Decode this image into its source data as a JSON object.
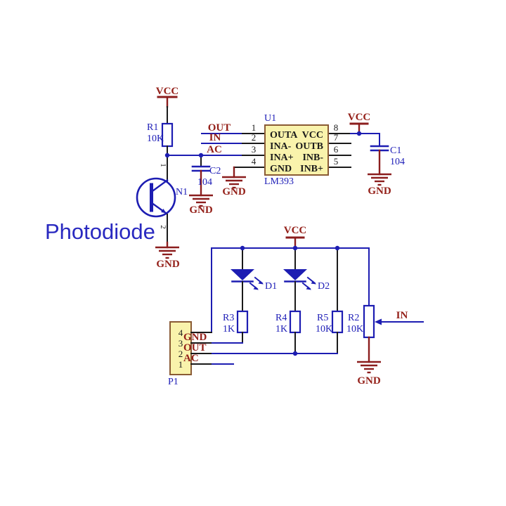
{
  "title_label": "Photodiode",
  "nets": {
    "vcc": "VCC",
    "gnd": "GND",
    "out": "OUT",
    "in": "IN",
    "ac": "AC"
  },
  "u1": {
    "designator": "U1",
    "part": "LM393",
    "left_pin_names": [
      "OUTA",
      "INA-",
      "INA+",
      "GND"
    ],
    "right_pin_names": [
      "VCC",
      "OUTB",
      "INB-",
      "INB+"
    ],
    "left_pin_numbers": [
      "1",
      "2",
      "3",
      "4"
    ],
    "right_pin_numbers": [
      "8",
      "7",
      "6",
      "5"
    ]
  },
  "components": {
    "r1": {
      "designator": "R1",
      "value": "10K"
    },
    "r2": {
      "designator": "R2",
      "value": "10K"
    },
    "r3": {
      "designator": "R3",
      "value": "1K"
    },
    "r4": {
      "designator": "R4",
      "value": "1K"
    },
    "r5": {
      "designator": "R5",
      "value": "10K"
    },
    "c1": {
      "designator": "C1",
      "value": "104"
    },
    "c2": {
      "designator": "C2",
      "value": "104"
    },
    "n1": {
      "designator": "N1",
      "pin_top": "1",
      "pin_bottom": "2"
    },
    "d1": {
      "designator": "D1"
    },
    "d2": {
      "designator": "D2"
    },
    "p1": {
      "designator": "P1",
      "pin_numbers": [
        "4",
        "3",
        "2",
        "1"
      ]
    }
  },
  "colors": {
    "wire_blue": "#1d1db2",
    "wire_black": "#1a1a1a",
    "power_maroon": "#8b1d1d",
    "net_text": "#942019",
    "designator_blue": "#2020b8",
    "ic_fill": "#f9f3ac",
    "ic_border": "#8a5b35",
    "background": "#ffffff"
  }
}
